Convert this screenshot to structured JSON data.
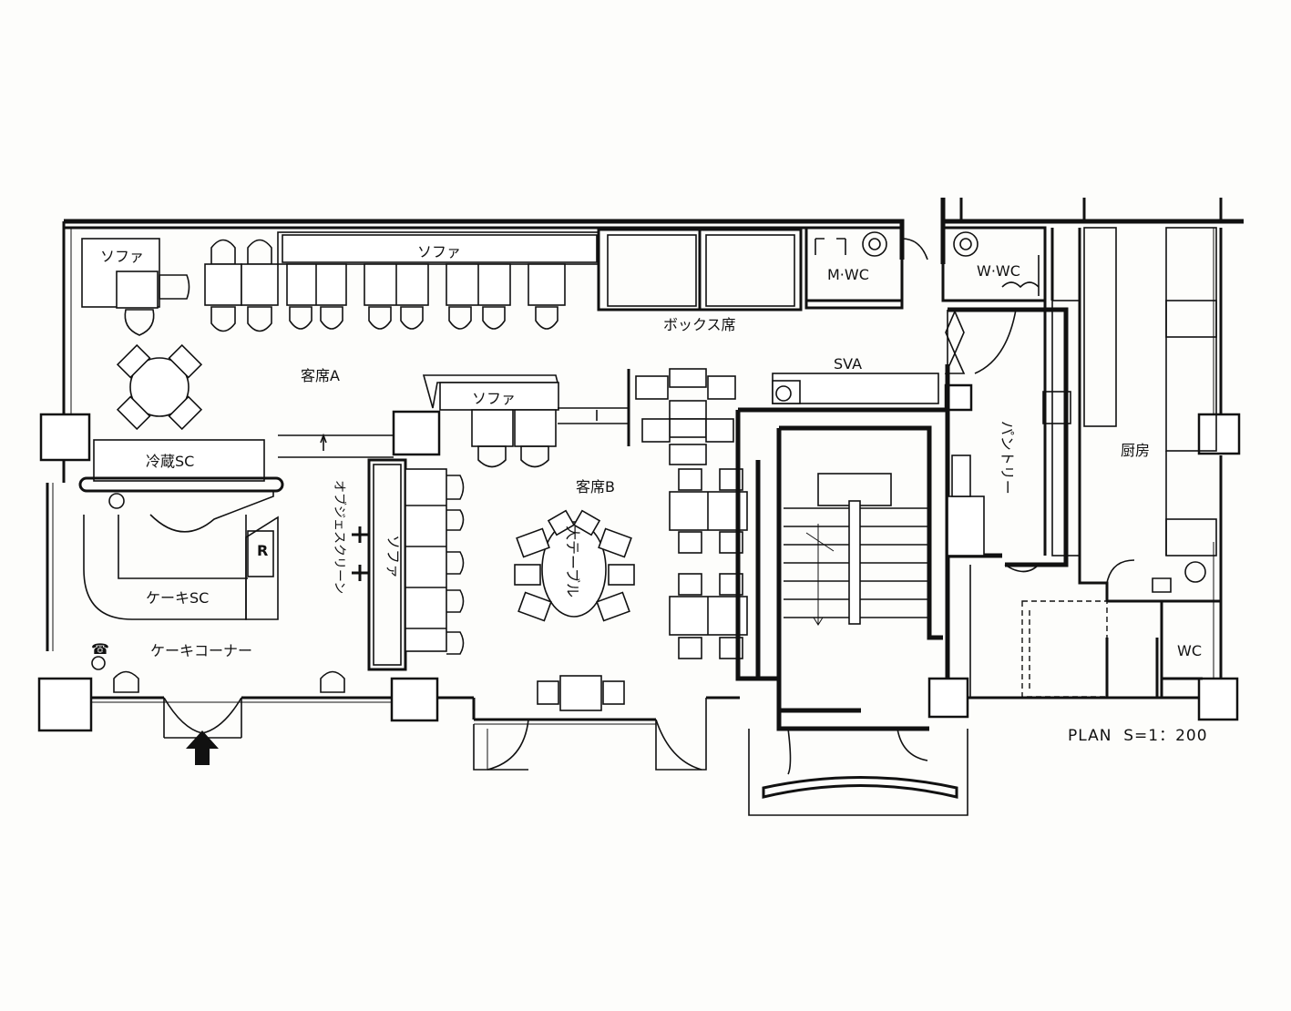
{
  "rooms": {
    "sofa_a": "ソファ",
    "sofa_top": "ソファ",
    "box_seats": "ボックス席",
    "mens_wc": "M·WC",
    "womens_wc": "W·WC",
    "seating_a": "客席A",
    "sva": "SVA",
    "sofa_b_top": "ソファ",
    "pantry": "パントリー",
    "kitchen": "厨房",
    "refrigerated_sc": "冷蔵SC",
    "objet_screen": "オブジェスクリーン",
    "seating_b": "客席B",
    "sofa_b_side": "ソファ",
    "big_table": "大テーブル",
    "register": "R",
    "cake_sc": "ケーキSC",
    "cake_corner": "ケーキコーナー",
    "wc": "WC"
  },
  "scale": "PLAN  S=1：200",
  "icons": {
    "telephone": "☎",
    "entrance_arrow": "entrance-arrow-icon"
  }
}
